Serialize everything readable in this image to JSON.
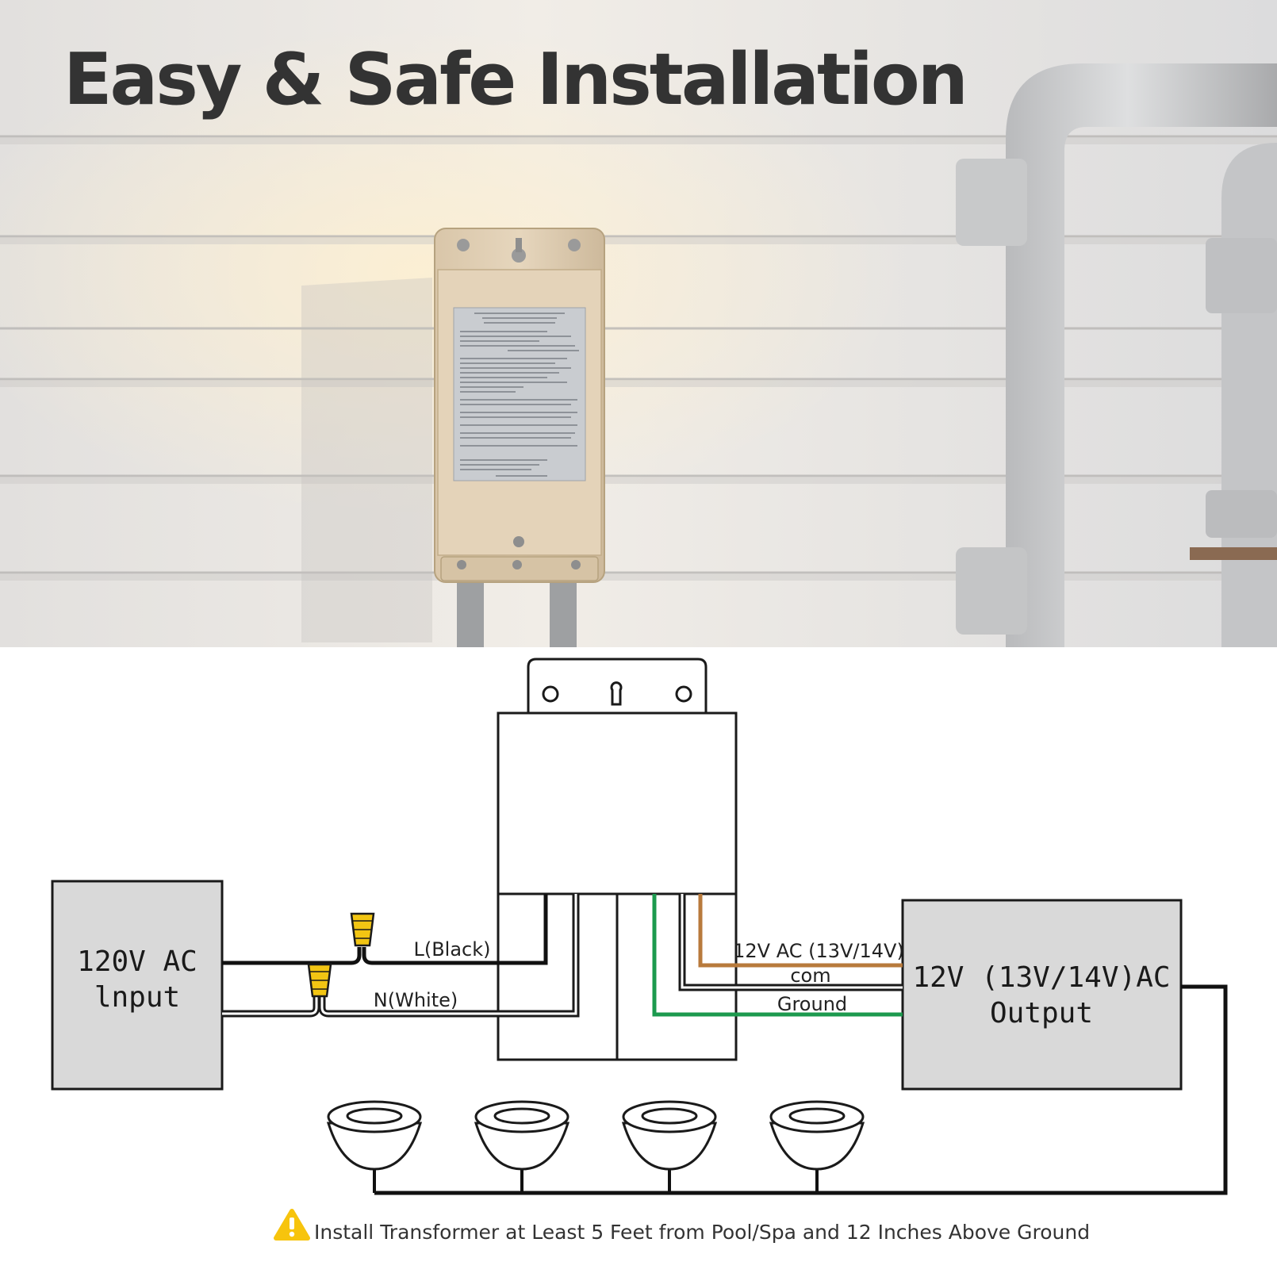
{
  "headline": "Easy & Safe Installation",
  "colors": {
    "siding": "#ece9e6",
    "transformer_body": "#e1d0b6",
    "pipe": "#cfd0d0",
    "input_box": "#d9d9d9",
    "line_wire": "#111111",
    "neutral_wire": "#ffffff",
    "output_wire": "#b87a3c",
    "ground_wire": "#1c9a4e",
    "wire_nut": "#f2c513",
    "warning": "#f7c40d"
  },
  "icons": {
    "wire_nut": "wire-nut-icon",
    "pool_light": "pool-light-icon",
    "warning": "warning-triangle-icon",
    "keyhole": "keyhole-icon"
  },
  "diagram": {
    "input_box": {
      "line1": "120V AC",
      "line2": "lnput"
    },
    "output_box": {
      "line1": "12V (13V/14V)AC",
      "line2": "Output"
    },
    "wires": {
      "line": "L(Black)",
      "neutral": "N(White)",
      "output": "12V AC (13V/14V)",
      "common": "com",
      "ground": "Ground"
    },
    "pool_light_count": 4,
    "note": "Install Transformer at Least 5 Feet from Pool/Spa and 12 Inches Above Ground"
  }
}
